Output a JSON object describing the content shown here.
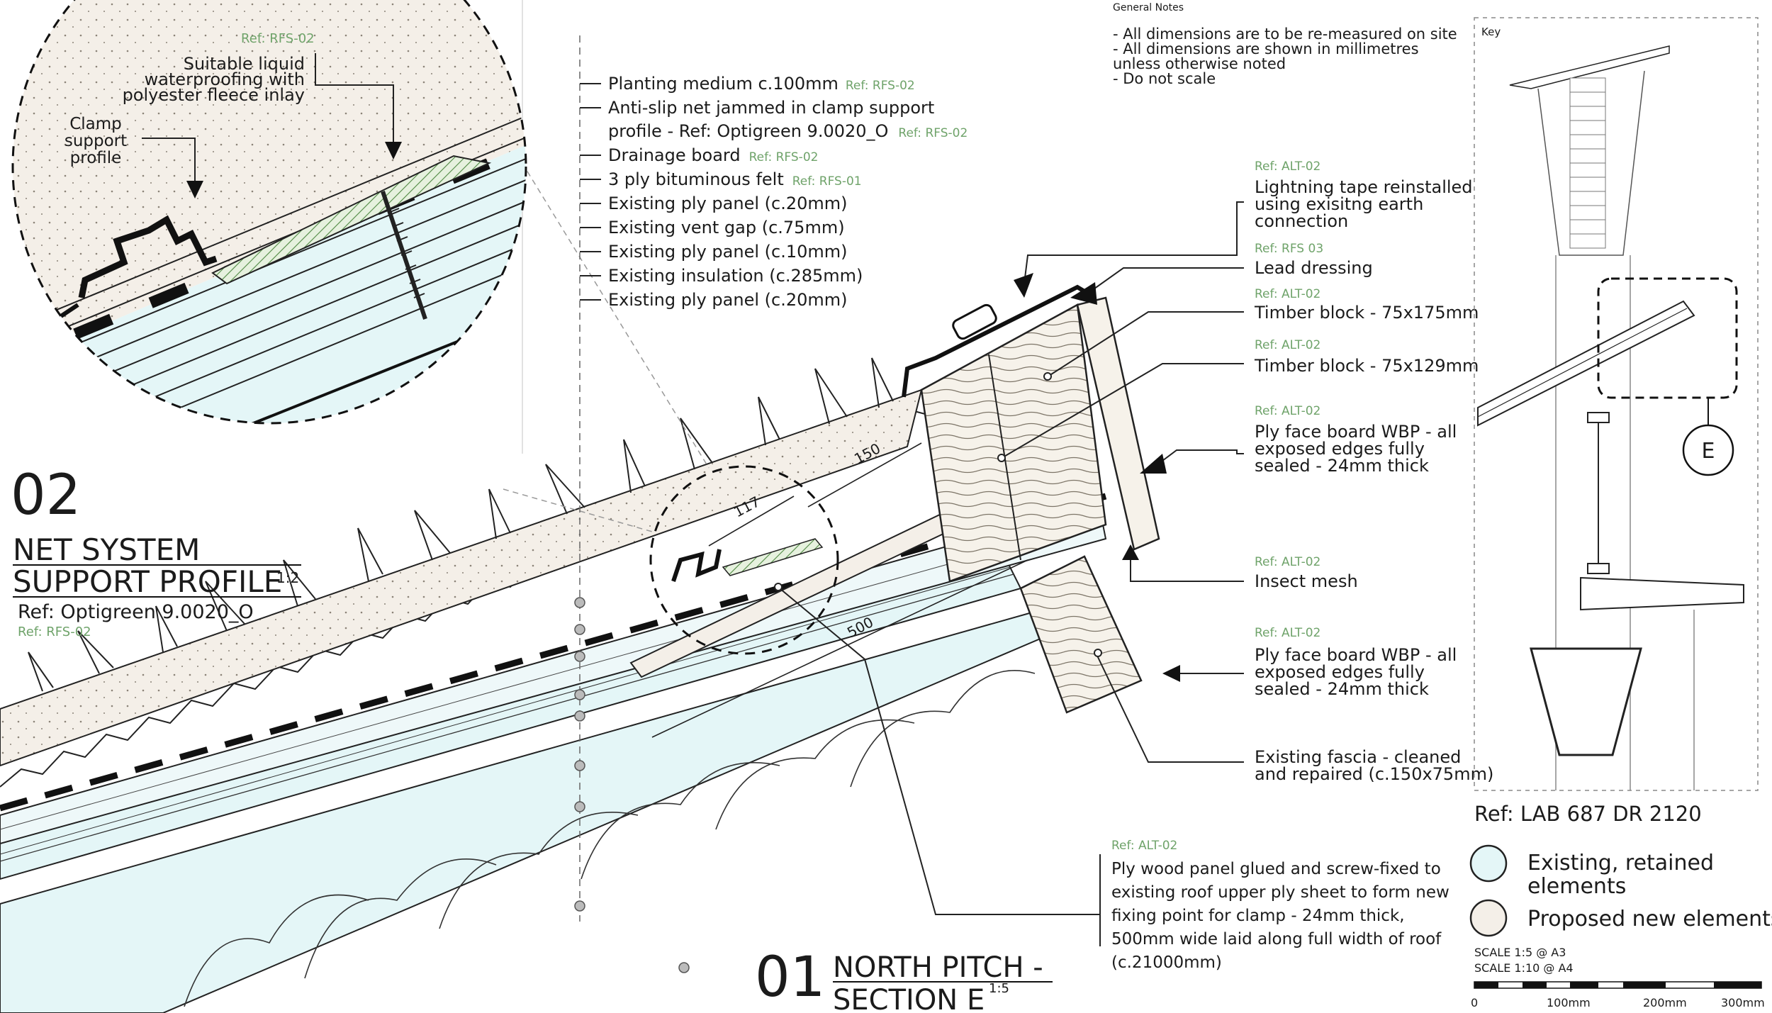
{
  "general_notes": {
    "title": "General Notes",
    "lines": [
      "- All dimensions are to be re-measured on site",
      "- All dimensions are shown in millimetres",
      "unless otherwise noted",
      "- Do not scale"
    ]
  },
  "key": {
    "title": "Key",
    "marker": "E",
    "ref": "Ref: LAB 687 DR 2120"
  },
  "legend": [
    {
      "label_1": "Existing, retained",
      "label_2": "elements",
      "color": "#e4f6f7"
    },
    {
      "label_1": "Proposed new elements",
      "label_2": "",
      "color": "#f4efe8"
    }
  ],
  "scale": {
    "line1": "SCALE 1:5  @ A3",
    "line2": "SCALE 1:10 @ A4",
    "ticks": [
      "0",
      "100mm",
      "200mm",
      "300mm"
    ]
  },
  "layer_list": [
    {
      "text": "Planting medium c.100mm",
      "ref": "Ref: RFS-02"
    },
    {
      "text": "Anti-slip net jammed in clamp support",
      "ref": ""
    },
    {
      "text": "profile - Ref: Optigreen 9.0020_O",
      "ref": "Ref: RFS-02"
    },
    {
      "text": "Drainage board",
      "ref": "Ref: RFS-02"
    },
    {
      "text": "3 ply bituminous felt",
      "ref": "Ref: RFS-01"
    },
    {
      "text": "Existing ply panel (c.20mm)",
      "ref": ""
    },
    {
      "text": "Existing vent gap (c.75mm)",
      "ref": ""
    },
    {
      "text": "Existing ply panel (c.10mm)",
      "ref": ""
    },
    {
      "text": "Existing insulation (c.285mm)",
      "ref": ""
    },
    {
      "text": "Existing ply panel (c.20mm)",
      "ref": ""
    }
  ],
  "right_notes": [
    {
      "ref": "Ref: ALT-02",
      "lines": [
        "Lightning tape reinstalled",
        "using exisitng earth",
        "connection"
      ]
    },
    {
      "ref": "Ref: RFS 03",
      "lines": [
        "Lead dressing"
      ]
    },
    {
      "ref": "Ref: ALT-02",
      "lines": [
        "Timber block - 75x175mm"
      ]
    },
    {
      "ref": "Ref: ALT-02",
      "lines": [
        "Timber block - 75x129mm"
      ]
    },
    {
      "ref": "Ref: ALT-02",
      "lines": [
        "Ply face board WBP - all",
        "exposed edges fully",
        "sealed - 24mm thick"
      ]
    },
    {
      "ref": "Ref: ALT-02",
      "lines": [
        "Insect mesh"
      ]
    },
    {
      "ref": "Ref: ALT-02",
      "lines": [
        "Ply face board WBP - all",
        "exposed edges fully",
        "sealed - 24mm thick"
      ]
    },
    {
      "ref": "",
      "lines": [
        "Existing fascia - cleaned",
        "and repaired (c.150x75mm)"
      ]
    }
  ],
  "bottom_note": {
    "ref": "Ref: ALT-02",
    "lines": [
      "Ply wood panel glued and screw-fixed to",
      "existing roof upper ply sheet to form new",
      "fixing point for clamp - 24mm thick,",
      "500mm wide laid along full width of roof",
      "(c.21000mm)"
    ]
  },
  "detail": {
    "number": "02",
    "title_1": "NET SYSTEM",
    "title_2": "SUPPORT PROFILE",
    "scale": "1:2",
    "subref": "Ref: Optigreen 9.0020_O",
    "ref": "Ref: RFS-02",
    "callout_ref": "Ref: RFS-02",
    "callout_waterproof": [
      "Suitable liquid",
      "waterproofing with",
      "polyester fleece inlay"
    ],
    "callout_clamp": [
      "Clamp",
      "support",
      "profile"
    ]
  },
  "section": {
    "number": "01",
    "title_1": "NORTH PITCH -",
    "title_2": "SECTION E",
    "scale": "1:5"
  },
  "dimensions": {
    "d150": "150",
    "d117": "117",
    "d500": "500"
  },
  "colors": {
    "existing": "#e4f6f7",
    "proposed": "#f4efe8",
    "ref_green": "#6fa36a",
    "line": "#1b1b1b"
  }
}
